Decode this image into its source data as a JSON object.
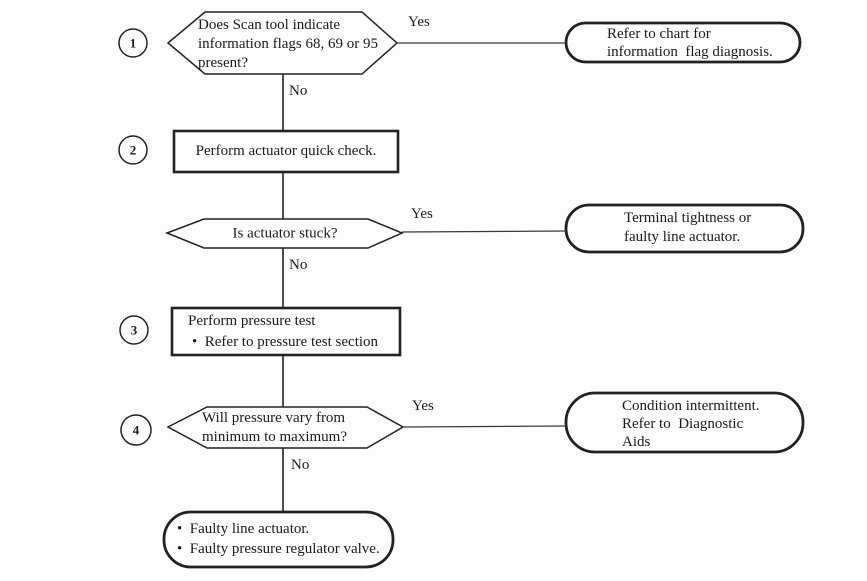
{
  "colors": {
    "ink": "#1e1e1e",
    "paper": "#fdfdfd"
  },
  "flowchart": {
    "labels": {
      "yes": "Yes",
      "no": "No"
    },
    "step_numbers": [
      "1",
      "2",
      "3",
      "4"
    ],
    "decision_flags": {
      "lines": [
        "Does Scan tool indicate",
        "information flags 68, 69 or 95",
        "present?"
      ]
    },
    "result_flag_chart": {
      "lines": [
        "Refer to chart for",
        "information  flag diagnosis."
      ]
    },
    "action_quick_check": {
      "lines": [
        "Perform actuator quick check."
      ]
    },
    "decision_stuck": {
      "lines": [
        "Is actuator stuck?"
      ]
    },
    "result_terminal": {
      "lines": [
        "Terminal tightness or",
        "faulty line actuator."
      ]
    },
    "action_pressure_test": {
      "lines": [
        "Perform pressure test",
        "•  Refer to pressure test section"
      ]
    },
    "decision_pressure_vary": {
      "lines": [
        "Will pressure vary from",
        "minimum to maximum?"
      ]
    },
    "result_intermittent": {
      "lines": [
        "Condition intermittent.",
        "Refer to  Diagnostic",
        "Aids"
      ]
    },
    "result_faulty": {
      "lines": [
        "•  Faulty line actuator.",
        "•  Faulty pressure regulator valve."
      ]
    }
  }
}
